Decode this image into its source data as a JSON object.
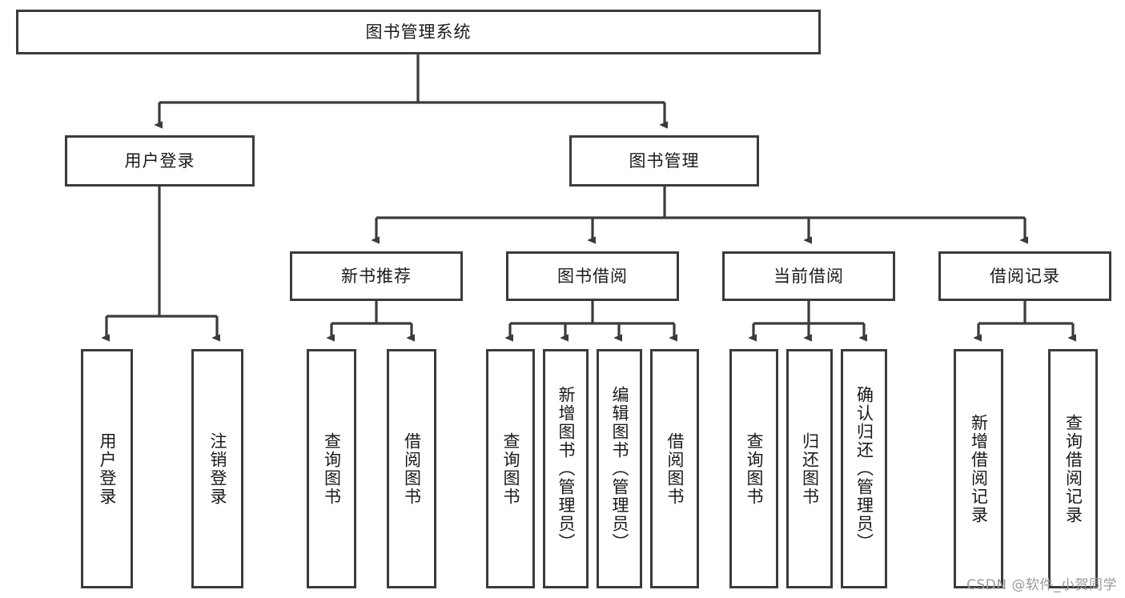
{
  "diagram": {
    "title": "图书管理系统",
    "type": "tree-hierarchy-diagram",
    "colors": {
      "box_border": "#3b3b3b",
      "box_fill": "#ffffff",
      "edge": "#3b3b3b",
      "text": "#1a1a1a",
      "watermark": "#9a9a9a"
    },
    "root": {
      "label": "图书管理系统"
    },
    "level2": [
      {
        "label": "用户登录"
      },
      {
        "label": "图书管理"
      }
    ],
    "level3": [
      {
        "label": "新书推荐"
      },
      {
        "label": "图书借阅"
      },
      {
        "label": "当前借阅"
      },
      {
        "label": "借阅记录"
      }
    ],
    "leaves": {
      "user_login": [
        {
          "label": "用户登录"
        },
        {
          "label": "注销登录"
        }
      ],
      "new_book_recommend": [
        {
          "label": "查询图书"
        },
        {
          "label": "借阅图书"
        }
      ],
      "book_borrow": [
        {
          "label": "查询图书"
        },
        {
          "label": "新增图书（管理员）"
        },
        {
          "label": "编辑图书（管理员）"
        },
        {
          "label": "借阅图书"
        }
      ],
      "current_borrow": [
        {
          "label": "查询图书"
        },
        {
          "label": "归还图书"
        },
        {
          "label": "确认归还（管理员）"
        }
      ],
      "borrow_record": [
        {
          "label": "新增借阅记录"
        },
        {
          "label": "查询借阅记录"
        }
      ]
    }
  },
  "watermark": {
    "text": "CSDN @软件_小贺同学"
  }
}
